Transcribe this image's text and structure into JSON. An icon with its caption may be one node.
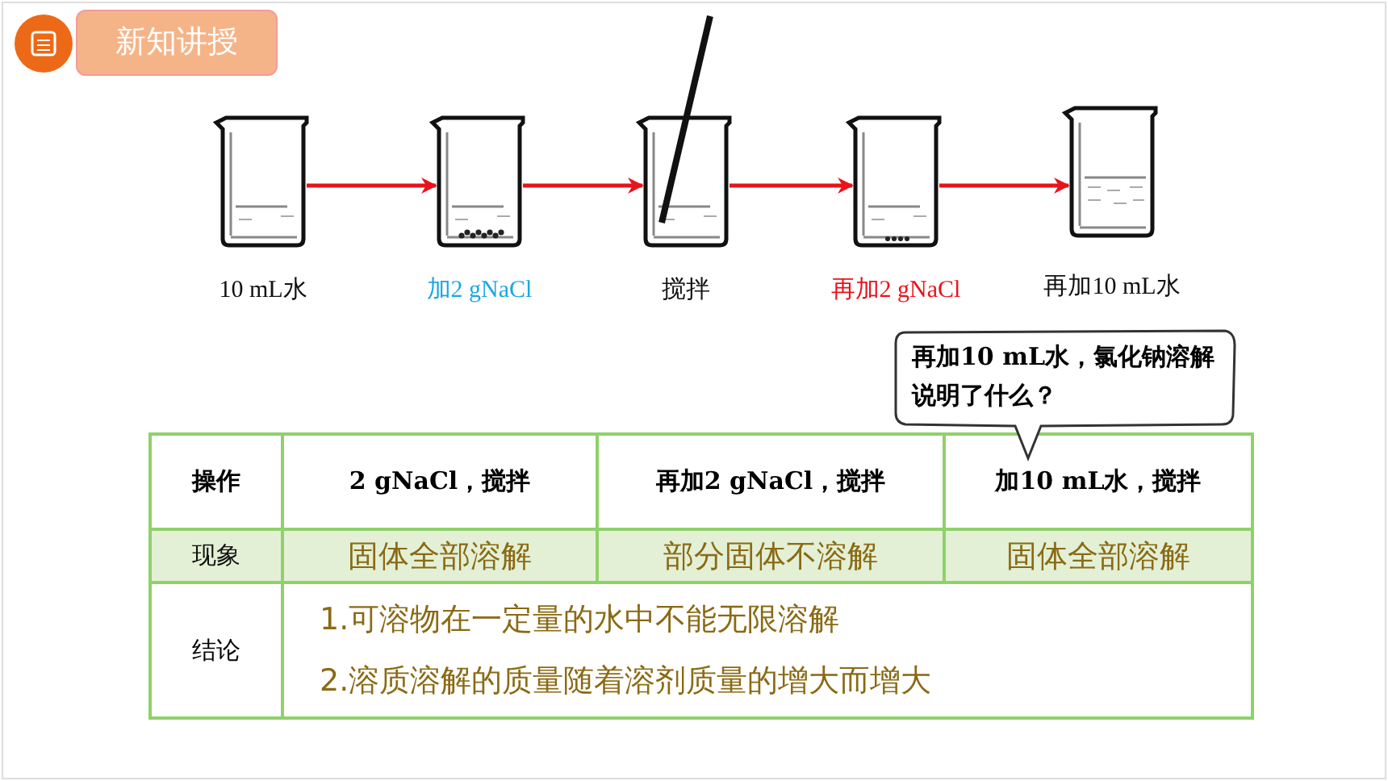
{
  "diagram": {
    "title": "新知讲授",
    "nodes": [
      {
        "text": [],
        "shape": "picture",
        "beside": [
          "10 mL水"
        ]
      },
      {
        "text": [],
        "shape": "picture",
        "beside": [
          "加2 gNaCl"
        ]
      },
      {
        "text": [],
        "shape": "picture",
        "beside": [
          "搅拌"
        ]
      },
      {
        "text": [],
        "shape": "picture",
        "beside": [
          "再加2 gNaCl"
        ]
      },
      {
        "text": [],
        "shape": "picture",
        "beside": [
          "再加10 mL水"
        ]
      },
      {
        "text": [
          "再加10 mL水，氯化钠溶解说明了什么？"
        ]
      }
    ],
    "edges": [
      {
        "from": 0,
        "to": 1,
        "arrow": "to"
      },
      {
        "from": 1,
        "to": 2,
        "arrow": "to"
      },
      {
        "from": 2,
        "to": 3,
        "arrow": "to"
      },
      {
        "from": 3,
        "to": 4,
        "arrow": "to"
      }
    ],
    "labels": [
      "操作",
      "2 gNaCl，搅拌",
      "再加2 gNaCl，搅拌",
      "加10 mL水，搅拌",
      "现象",
      "固体全部溶解",
      "部分固体不溶解",
      "固体全部溶解",
      "结论",
      "1.可溶物在一定量的水中不能无限溶解",
      "2.溶质溶解的质量随着溶剂质量的增大而增大"
    ]
  }
}
